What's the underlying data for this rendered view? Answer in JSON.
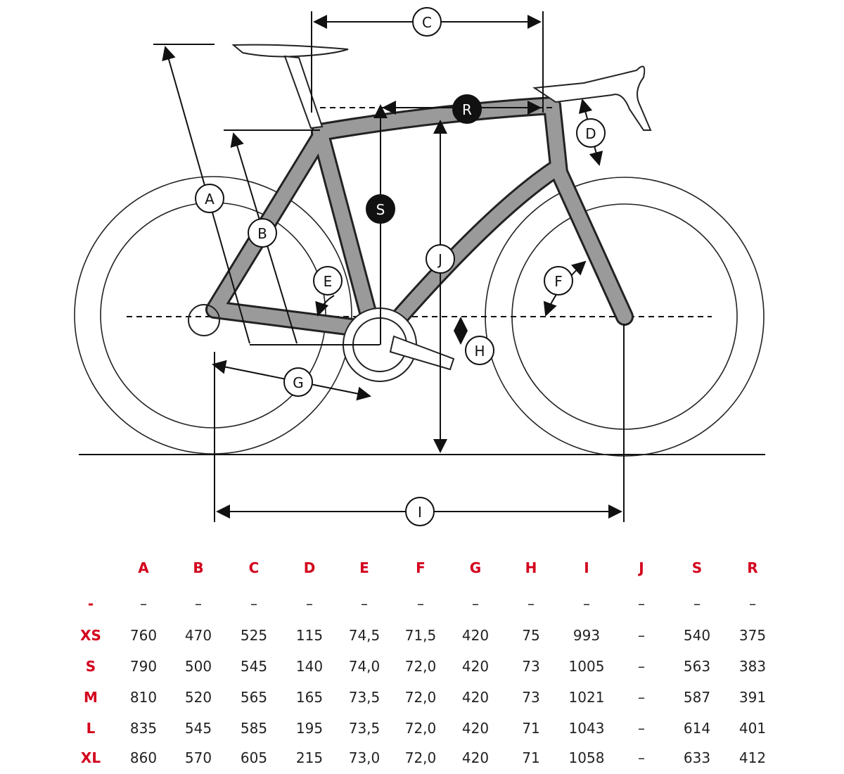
{
  "diagram": {
    "labels": {
      "A": "A",
      "B": "B",
      "C": "C",
      "D": "D",
      "E": "E",
      "F": "F",
      "G": "G",
      "H": "H",
      "I": "I",
      "J": "J",
      "S": "S",
      "R": "R"
    }
  },
  "colors": {
    "header": "#d3001c",
    "frame": "#9a9a9a",
    "text": "#222222"
  },
  "table": {
    "columns": [
      "A",
      "B",
      "C",
      "D",
      "E",
      "F",
      "G",
      "H",
      "I",
      "J",
      "S",
      "R"
    ],
    "rows": [
      {
        "size": "-",
        "values": [
          "–",
          "–",
          "–",
          "–",
          "–",
          "–",
          "–",
          "–",
          "–",
          "–",
          "–",
          "–"
        ]
      },
      {
        "size": "XS",
        "values": [
          "760",
          "470",
          "525",
          "115",
          "74,5",
          "71,5",
          "420",
          "75",
          "993",
          "–",
          "540",
          "375"
        ]
      },
      {
        "size": "S",
        "values": [
          "790",
          "500",
          "545",
          "140",
          "74,0",
          "72,0",
          "420",
          "73",
          "1005",
          "–",
          "563",
          "383"
        ]
      },
      {
        "size": "M",
        "values": [
          "810",
          "520",
          "565",
          "165",
          "73,5",
          "72,0",
          "420",
          "73",
          "1021",
          "–",
          "587",
          "391"
        ]
      },
      {
        "size": "L",
        "values": [
          "835",
          "545",
          "585",
          "195",
          "73,5",
          "72,0",
          "420",
          "71",
          "1043",
          "–",
          "614",
          "401"
        ]
      },
      {
        "size": "XL",
        "values": [
          "860",
          "570",
          "605",
          "215",
          "73,0",
          "72,0",
          "420",
          "71",
          "1058",
          "–",
          "633",
          "412"
        ]
      }
    ]
  }
}
